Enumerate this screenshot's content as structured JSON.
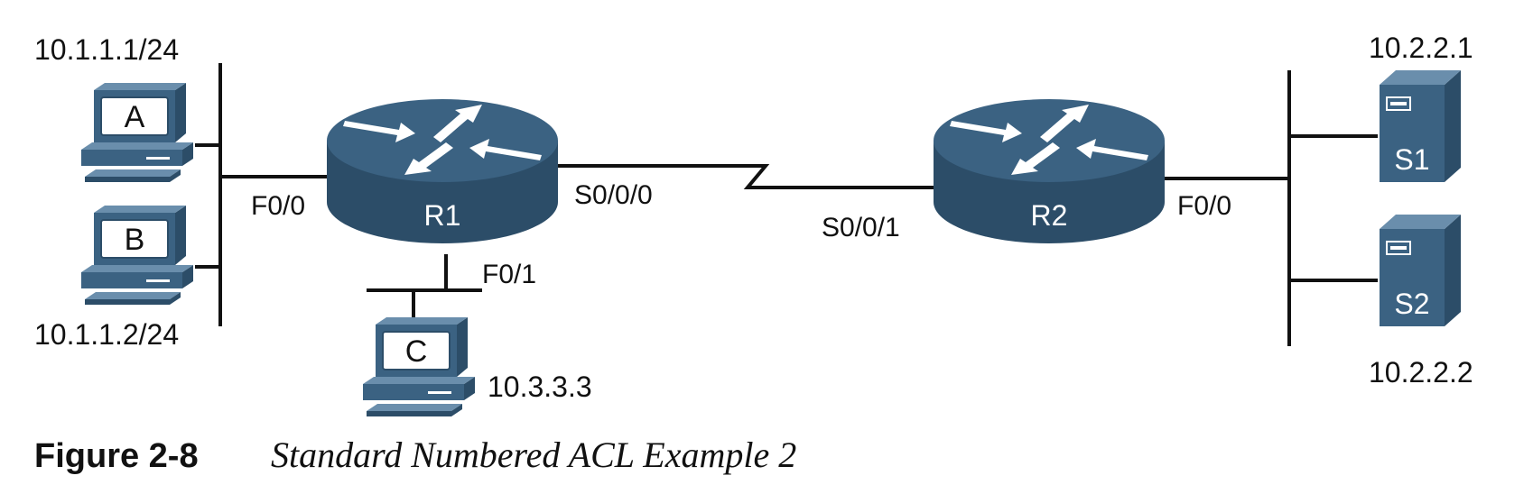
{
  "colors": {
    "device": "#3b6282",
    "device_light": "#6a8eac",
    "device_dark": "#2c4d68",
    "line": "#111111"
  },
  "hosts": {
    "A": {
      "letter": "A",
      "ip": "10.1.1.1/24"
    },
    "B": {
      "letter": "B",
      "ip": "10.1.1.2/24"
    },
    "C": {
      "letter": "C",
      "ip": "10.3.3.3"
    }
  },
  "routers": {
    "R1": {
      "name": "R1",
      "f00": "F0/0",
      "s000": "S0/0/0",
      "f01": "F0/1"
    },
    "R2": {
      "name": "R2",
      "s001": "S0/0/1",
      "f00": "F0/0"
    }
  },
  "servers": {
    "S1": {
      "name": "S1",
      "ip": "10.2.2.1"
    },
    "S2": {
      "name": "S2",
      "ip": "10.2.2.2"
    }
  },
  "caption": {
    "number": "Figure 2-8",
    "title": "Standard Numbered ACL Example 2"
  }
}
